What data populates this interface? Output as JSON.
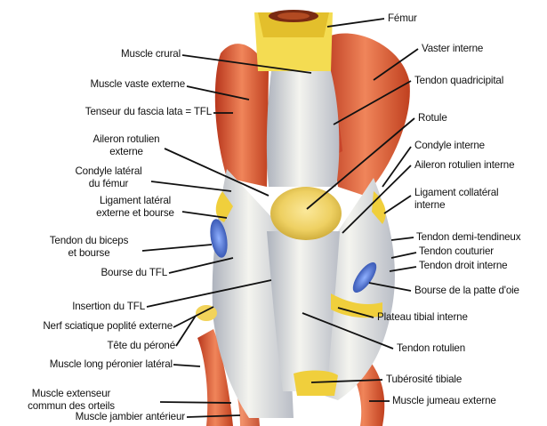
{
  "labels": {
    "femur": "Fémur",
    "muscle_crural": "Muscle crural",
    "vaste_externe": "Muscle vaste externe",
    "tenseur_tfl": "Tenseur du fascia lata = TFL",
    "aileron_externe_1": "Aileron rotulien",
    "aileron_externe_2": "externe",
    "condyle_lateral_1": "Condyle latéral",
    "condyle_lateral_2": "du fémur",
    "ligament_lateral_1": "Ligament latéral",
    "ligament_lateral_2": "externe et bourse",
    "biceps_1": "Tendon du biceps",
    "biceps_2": "et bourse",
    "bourse_tfl": "Bourse du TFL",
    "insertion_tfl": "Insertion du TFL",
    "nerf_sciatique": "Nerf sciatique poplité externe",
    "tete_perone": "Tête du péroné",
    "long_peronier": "Muscle long péronier latéral",
    "extenseur_1": "Muscle extenseur",
    "extenseur_2": "commun des orteils",
    "jambier_anterieur": "Muscle jambier antérieur",
    "vaster_interne": "Vaster interne",
    "tendon_quadricipital": "Tendon quadricipital",
    "rotule": "Rotule",
    "condyle_interne": "Condyle interne",
    "aileron_interne": "Aileron rotulien interne",
    "ligament_collateral_1": "Ligament collatéral",
    "ligament_collateral_2": "interne",
    "demi_tendineux": "Tendon demi-tendineux",
    "couturier": "Tendon couturier",
    "droit_interne": "Tendon droit interne",
    "patte_oie": "Bourse de la patte d'oie",
    "plateau_tibial": "Plateau tibial interne",
    "tendon_rotulien": "Tendon rotulien",
    "tuberosite": "Tubérosité tibiale",
    "jumeau_externe": "Muscle jumeau externe"
  },
  "colors": {
    "muscle": "#d9532c",
    "muscle_light": "#f08a5a",
    "tendon": "#e6e6e0",
    "tendon_shadow": "#b8bcc4",
    "bone": "#f2d23c",
    "bursa": "#3f66c8"
  }
}
